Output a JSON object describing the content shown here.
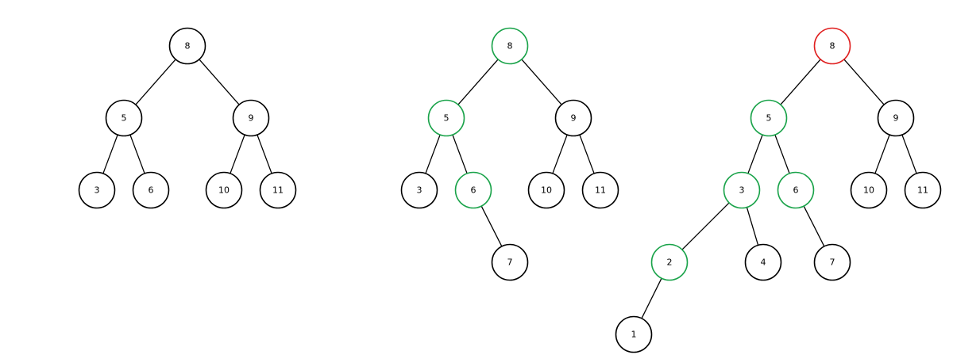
{
  "colors": {
    "default": "#000000",
    "highlight": "#1aa34a",
    "root_alert": "#e02020"
  },
  "trees": [
    {
      "nodes": [
        {
          "id": "n8",
          "label": "8",
          "color": "default"
        },
        {
          "id": "n5",
          "label": "5",
          "color": "default"
        },
        {
          "id": "n9",
          "label": "9",
          "color": "default"
        },
        {
          "id": "n3",
          "label": "3",
          "color": "default"
        },
        {
          "id": "n6",
          "label": "6",
          "color": "default"
        },
        {
          "id": "n10",
          "label": "10",
          "color": "default"
        },
        {
          "id": "n11",
          "label": "11",
          "color": "default"
        }
      ],
      "edges": [
        [
          "n8",
          "n5"
        ],
        [
          "n8",
          "n9"
        ],
        [
          "n5",
          "n3"
        ],
        [
          "n5",
          "n6"
        ],
        [
          "n9",
          "n10"
        ],
        [
          "n9",
          "n11"
        ]
      ]
    },
    {
      "nodes": [
        {
          "id": "n8",
          "label": "8",
          "color": "highlight"
        },
        {
          "id": "n5",
          "label": "5",
          "color": "highlight"
        },
        {
          "id": "n9",
          "label": "9",
          "color": "default"
        },
        {
          "id": "n3",
          "label": "3",
          "color": "default"
        },
        {
          "id": "n6",
          "label": "6",
          "color": "highlight"
        },
        {
          "id": "n10",
          "label": "10",
          "color": "default"
        },
        {
          "id": "n11",
          "label": "11",
          "color": "default"
        },
        {
          "id": "n7",
          "label": "7",
          "color": "default"
        }
      ],
      "edges": [
        [
          "n8",
          "n5"
        ],
        [
          "n8",
          "n9"
        ],
        [
          "n5",
          "n3"
        ],
        [
          "n5",
          "n6"
        ],
        [
          "n9",
          "n10"
        ],
        [
          "n9",
          "n11"
        ],
        [
          "n6",
          "n7"
        ]
      ]
    },
    {
      "nodes": [
        {
          "id": "n8",
          "label": "8",
          "color": "root_alert"
        },
        {
          "id": "n5",
          "label": "5",
          "color": "highlight"
        },
        {
          "id": "n9",
          "label": "9",
          "color": "default"
        },
        {
          "id": "n3",
          "label": "3",
          "color": "highlight"
        },
        {
          "id": "n6",
          "label": "6",
          "color": "highlight"
        },
        {
          "id": "n10",
          "label": "10",
          "color": "default"
        },
        {
          "id": "n11",
          "label": "11",
          "color": "default"
        },
        {
          "id": "n2",
          "label": "2",
          "color": "highlight"
        },
        {
          "id": "n4",
          "label": "4",
          "color": "default"
        },
        {
          "id": "n7",
          "label": "7",
          "color": "default"
        },
        {
          "id": "n1",
          "label": "1",
          "color": "default"
        }
      ],
      "edges": [
        [
          "n8",
          "n5"
        ],
        [
          "n8",
          "n9"
        ],
        [
          "n5",
          "n3"
        ],
        [
          "n5",
          "n6"
        ],
        [
          "n9",
          "n10"
        ],
        [
          "n9",
          "n11"
        ],
        [
          "n3",
          "n2"
        ],
        [
          "n3",
          "n4"
        ],
        [
          "n6",
          "n7"
        ],
        [
          "n2",
          "n1"
        ]
      ]
    }
  ]
}
